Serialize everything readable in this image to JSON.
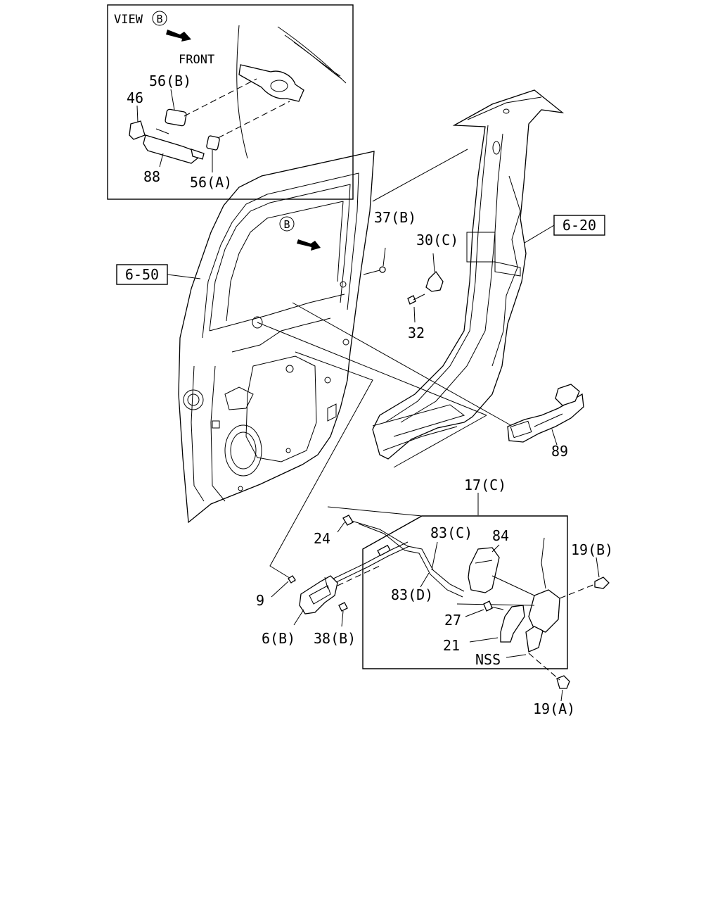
{
  "inset": {
    "view_label": "VIEW",
    "view_marker": "B",
    "front_label": "FRONT"
  },
  "door_view_marker": "B",
  "callouts": {
    "p46": "46",
    "p56b": "56(B)",
    "p88": "88",
    "p56a": "56(A)",
    "p37b": "37(B)",
    "p30c": "30(C)",
    "p32": "32",
    "p89": "89",
    "p17c": "17(C)",
    "p24": "24",
    "p83c": "83(C)",
    "p84": "84",
    "p19b": "19(B)",
    "p9": "9",
    "p83d": "83(D)",
    "p27": "27",
    "p6b": "6(B)",
    "p38b": "38(B)",
    "p21": "21",
    "pnss": "NSS",
    "p19a": "19(A)"
  },
  "references": {
    "ref_650": "6-50",
    "ref_620": "6-20"
  }
}
